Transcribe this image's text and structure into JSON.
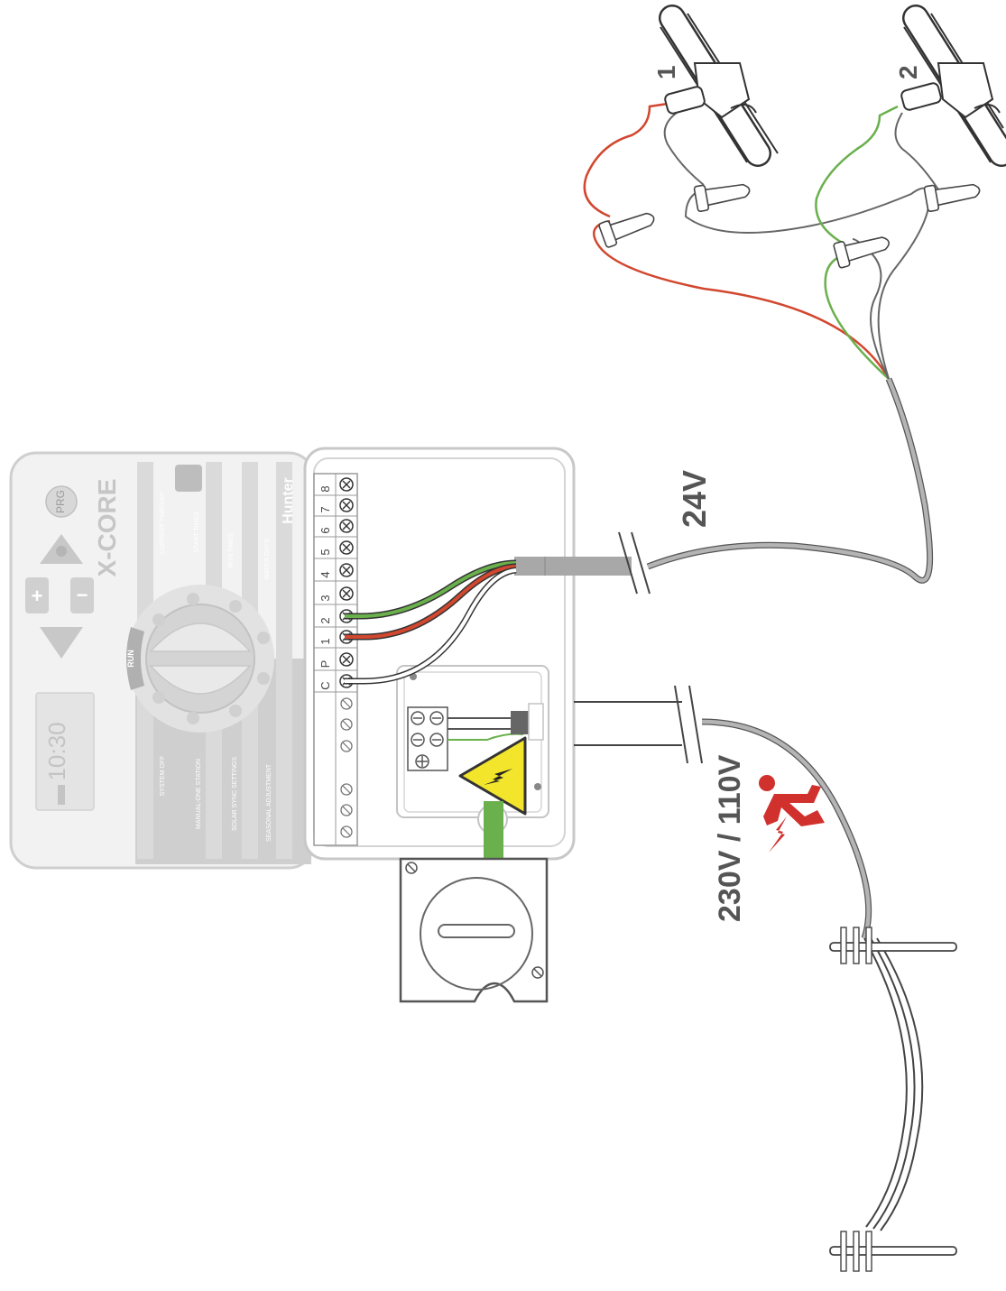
{
  "brand": {
    "model": "X-CORE",
    "maker": "Hunter"
  },
  "controller": {
    "buttons": {
      "prg": "PRG",
      "plus": "+",
      "minus": "−"
    },
    "display": "10:30",
    "dial_center": "RUN",
    "dial_positions": [
      "CURRENT TIME/DAY",
      "START TIMES",
      "RUN TIMES",
      "WATER DAYS",
      "SYSTEM OFF",
      "MANUAL-ONE STATION",
      "SOLAR SYNC SETTINGS",
      "SEASONAL ADJUSTMENT"
    ]
  },
  "terminals": {
    "labels": [
      "C",
      "P",
      "1",
      "2",
      "3",
      "4",
      "5",
      "6",
      "7",
      "8"
    ]
  },
  "labels": {
    "low_voltage": "24V",
    "mains_voltage": "230V / 110V",
    "valve_1": "1",
    "valve_2": "2"
  },
  "colors": {
    "red_wire": "#d2472f",
    "green_wire": "#6ab04c",
    "white_wire": "#ffffff",
    "cable_gray": "#a8a8a8",
    "warning_yellow": "#f3e52b",
    "arrow_green": "#6ab04c",
    "danger_red": "#d0312d"
  },
  "icons": [
    "warning-high-voltage-icon",
    "electrocution-danger-icon",
    "down-arrow-icon",
    "screw-icon"
  ]
}
